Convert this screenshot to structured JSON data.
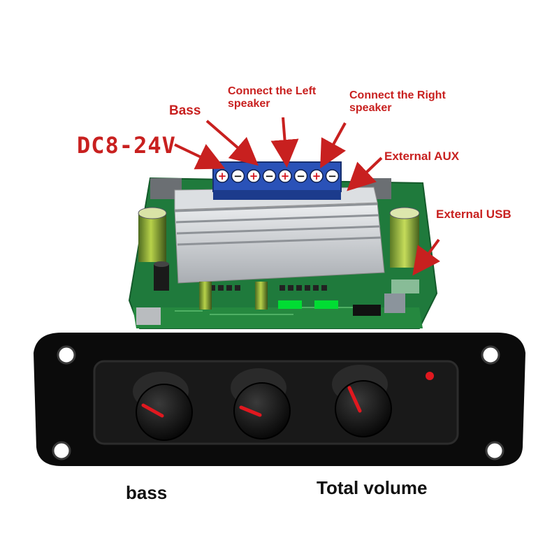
{
  "labels": {
    "power": "DC8-24V",
    "bass": "Bass",
    "left_speaker": "Connect the Left\nspeaker",
    "right_speaker": "Connect the Right\nspeaker",
    "aux": "External AUX",
    "usb": "External USB"
  },
  "captions": {
    "bass": "bass",
    "total_volume": "Total volume"
  },
  "terminal_marks": [
    "+",
    "-",
    "+",
    "-",
    "+",
    "-",
    "+",
    "-"
  ],
  "colors": {
    "annotation": "#c8201f",
    "pcb": "#1f7a3c",
    "terminal_block": "#2a52b8",
    "heatsink": "#c9ccd0",
    "faceplate": "#0b0b0b",
    "knob_pointer": "#e0181f"
  }
}
